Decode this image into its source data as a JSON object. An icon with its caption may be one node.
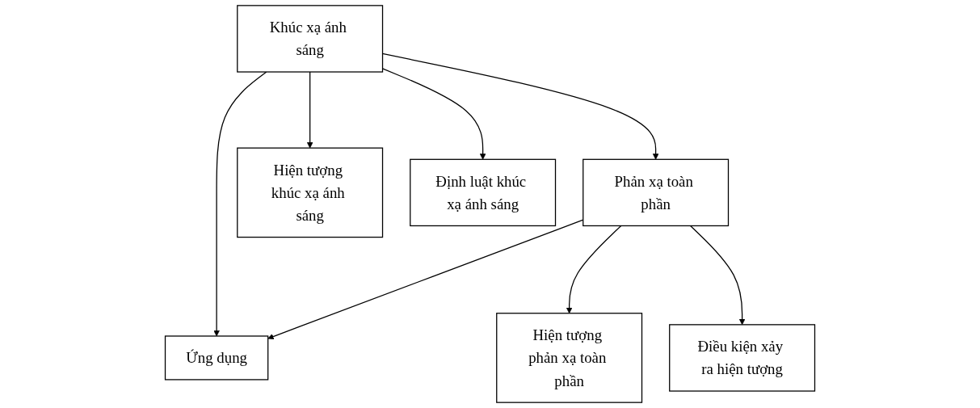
{
  "diagram": {
    "nodes": [
      {
        "text": [
          "Khúc xạ ánh sáng"
        ]
      },
      {
        "text": [
          "Phản xạ toàn phần"
        ]
      },
      {
        "text": [
          "Hiện tượng khúc xạ ánh sáng"
        ]
      },
      {
        "text": [
          "Định luật khúc xạ ánh sáng"
        ]
      },
      {
        "text": [
          "Ứng dụng"
        ]
      },
      {
        "text": [
          "Hiện tượng phản xạ toàn phần"
        ]
      },
      {
        "text": [
          "Điều kiện xảy ra hiện tượng"
        ]
      }
    ],
    "edges": [
      {
        "from": 0,
        "to": 1,
        "arrow": "to"
      },
      {
        "from": 0,
        "to": 2,
        "arrow": "to"
      },
      {
        "from": 0,
        "to": 3,
        "arrow": "to"
      },
      {
        "from": 0,
        "to": 4,
        "arrow": "to"
      },
      {
        "from": 1,
        "to": 4,
        "arrow": "to"
      },
      {
        "from": 1,
        "to": 5,
        "arrow": "to"
      },
      {
        "from": 1,
        "to": 6,
        "arrow": "to"
      }
    ]
  }
}
